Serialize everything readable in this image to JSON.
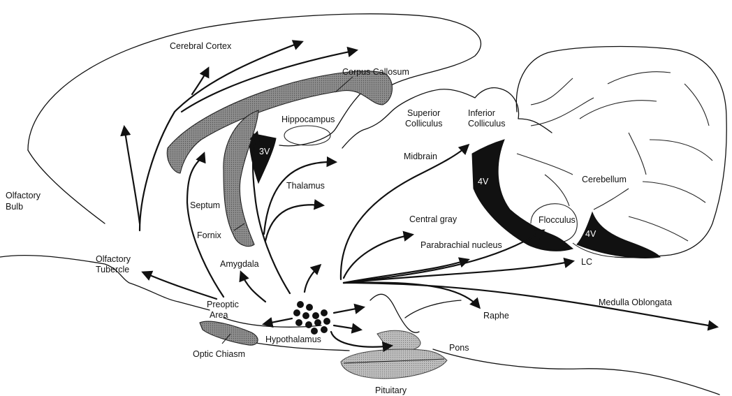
{
  "diagram": {
    "labels": {
      "cerebral_cortex": "Cerebral Cortex",
      "corpus_callosum": "Corpus Callosum",
      "hippocampus": "Hippocampus",
      "superior_colliculus_1": "Superior",
      "superior_colliculus_2": "Colliculus",
      "inferior_colliculus_1": "Inferior",
      "inferior_colliculus_2": "Colliculus",
      "third_ventricle": "3V",
      "midbrain": "Midbrain",
      "fourth_ventricle_upper": "4V",
      "fourth_ventricle_lower": "4V",
      "cerebellum": "Cerebellum",
      "thalamus": "Thalamus",
      "olfactory_bulb_1": "Olfactory",
      "olfactory_bulb_2": "Bulb",
      "septum": "Septum",
      "fornix": "Fornix",
      "central_gray": "Central gray",
      "flocculus": "Flocculus",
      "parabrachial_nucleus": "Parabrachial nucleus",
      "olfactory_tubercle_1": "Olfactory",
      "olfactory_tubercle_2": "Tubercle",
      "amygdala": "Amygdala",
      "lc": "LC",
      "preoptic_area_1": "Preoptic",
      "preoptic_area_2": "Area",
      "medulla_oblongata": "Medulla Oblongata",
      "raphe": "Raphe",
      "hypothalamus": "Hypothalamus",
      "optic_chiasm": "Optic Chiasm",
      "pons": "Pons",
      "pituitary": "Pituitary"
    }
  }
}
